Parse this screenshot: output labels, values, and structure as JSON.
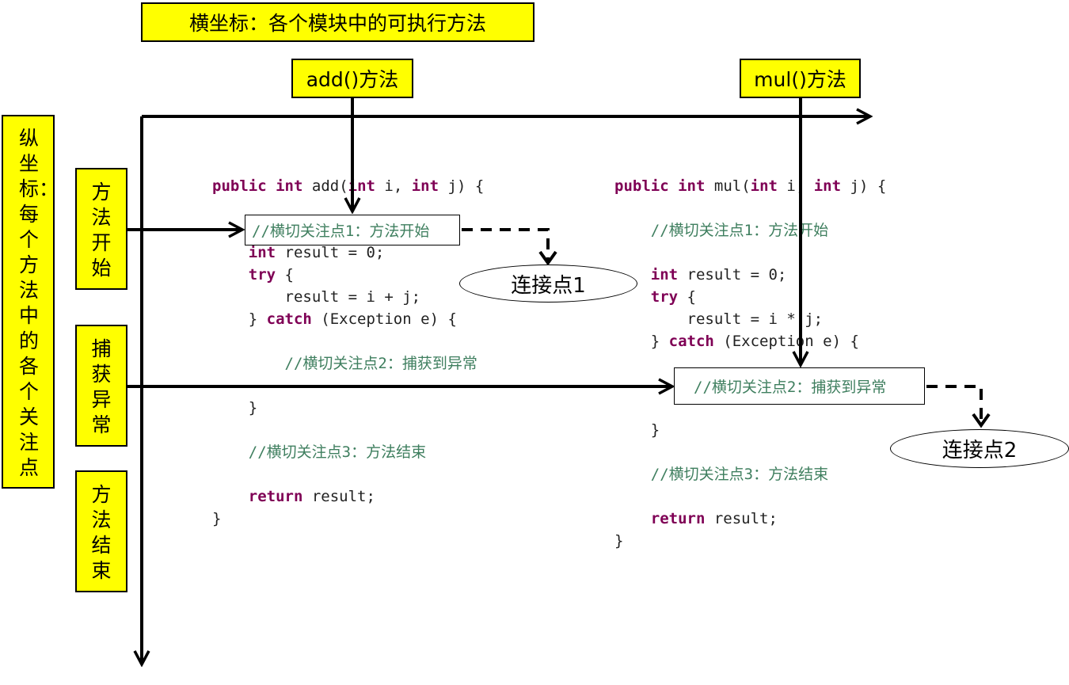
{
  "titles": {
    "horizontal_axis": "横坐标：各个模块中的可执行方法",
    "vertical_axis": "纵坐标：每个方法中的各个关注点"
  },
  "methods": {
    "add": "add()方法",
    "mul": "mul()方法"
  },
  "concerns": {
    "start": "方法开始",
    "exception": "捕获异常",
    "end": "方法结束"
  },
  "join_points": {
    "first": "连接点1",
    "second": "连接点2"
  },
  "code_add": {
    "sig_kw1": "public",
    "sig_kw2": "int",
    "sig_name": "add(",
    "sig_kw3": "int",
    "sig_mid": " i, ",
    "sig_kw4": "int",
    "sig_end": " j) {",
    "comment1": "//横切关注点1：方法开始",
    "decl_kw": "int",
    "decl_rest": " result = 0;",
    "try_kw": "try",
    "try_rest": " {",
    "assign": "result = i + j;",
    "catch_open": "} ",
    "catch_kw": "catch",
    "catch_rest": " (Exception e) {",
    "comment2": "//横切关注点2：捕获到异常",
    "close_brace": "}",
    "comment3": "//横切关注点3：方法结束",
    "return_kw": "return",
    "return_rest": " result;",
    "final_brace": "}"
  },
  "code_mul": {
    "sig_kw1": "public",
    "sig_kw2": "int",
    "sig_name": "mul(",
    "sig_kw3": "int",
    "sig_mid": " i, ",
    "sig_kw4": "int",
    "sig_end": " j) {",
    "comment1": "//横切关注点1：方法开始",
    "decl_kw": "int",
    "decl_rest": " result = 0;",
    "try_kw": "try",
    "try_rest": " {",
    "assign": "result = i * j;",
    "catch_open": "} ",
    "catch_kw": "catch",
    "catch_rest": " (Exception e) {",
    "comment2": "//横切关注点2：捕获到异常",
    "close_brace": "}",
    "comment3": "//横切关注点3：方法结束",
    "return_kw": "return",
    "return_rest": " result;",
    "final_brace": "}"
  }
}
